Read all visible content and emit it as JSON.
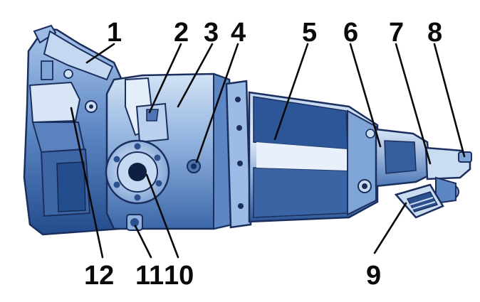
{
  "labels": {
    "l1": "1",
    "l2": "2",
    "l3": "3",
    "l4": "4",
    "l5": "5",
    "l6": "6",
    "l7": "7",
    "l8": "8",
    "l9": "9",
    "l10": "10",
    "l11": "11",
    "l12": "12"
  },
  "colors": {
    "outline": "#1b2f5e",
    "metal_light": "#c9dcf2",
    "metal_mid": "#7fa4d6",
    "metal_dark": "#2f5fa3",
    "metal_deep": "#163a72",
    "background": "#ffffff"
  }
}
